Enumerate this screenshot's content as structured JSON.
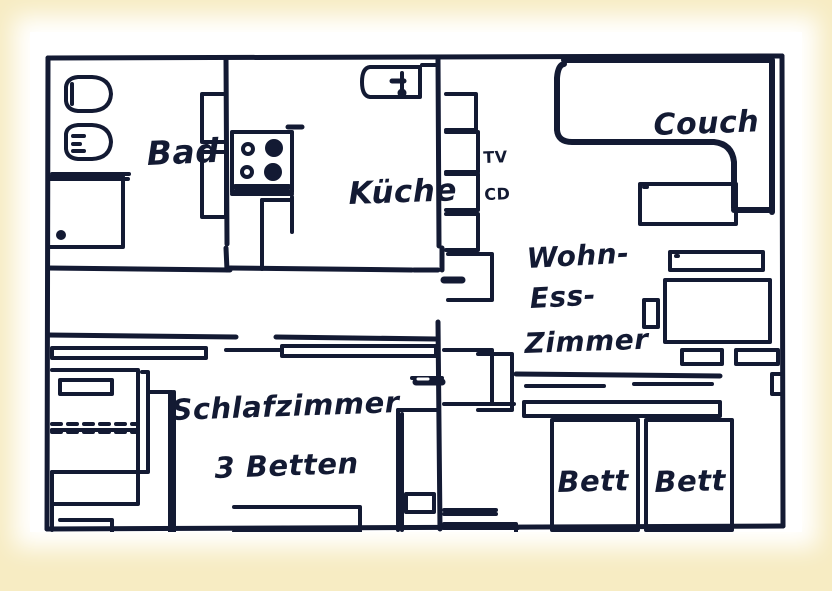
{
  "document": {
    "kind": "hand-drawn-floor-plan",
    "background_color": "#f7ecc3",
    "paper_color": "#ffffff",
    "ink_color": "#131a33"
  },
  "rooms": [
    {
      "key": "bad",
      "label": "Bad"
    },
    {
      "key": "kueche",
      "label": "Küche"
    },
    {
      "key": "wohn_ess_zimmer",
      "label_line1": "Wohn-",
      "label_line2": "Ess-",
      "label_line3": "Zimmer"
    },
    {
      "key": "schlafzimmer",
      "label_line1": "Schlafzimmer",
      "label_line2": "3 Betten"
    }
  ],
  "furniture": [
    {
      "key": "couch",
      "label": "Couch"
    },
    {
      "key": "bett_left",
      "label": "Bett"
    },
    {
      "key": "bett_right",
      "label": "Bett"
    },
    {
      "key": "tv",
      "label": "TV"
    },
    {
      "key": "cd",
      "label": "CD"
    },
    {
      "key": "toilet",
      "label": ""
    },
    {
      "key": "sink-bathroom",
      "label": ""
    },
    {
      "key": "bathtub",
      "label": ""
    },
    {
      "key": "stove",
      "label": ""
    },
    {
      "key": "kitchen-sink",
      "label": ""
    },
    {
      "key": "dining-table",
      "label": ""
    },
    {
      "key": "coffee-table",
      "label": ""
    },
    {
      "key": "wardrobe",
      "label": ""
    }
  ],
  "labels": {
    "bad": "Bad",
    "kueche": "Küche",
    "couch": "Couch",
    "wohn": "Wohn-",
    "ess": "Ess-",
    "zimmer": "Zimmer",
    "schlafzimmer": "Schlafzimmer",
    "drei_betten": "3 Betten",
    "bett_left": "Bett",
    "bett_right": "Bett",
    "tv": "TV",
    "cd": "CD"
  }
}
